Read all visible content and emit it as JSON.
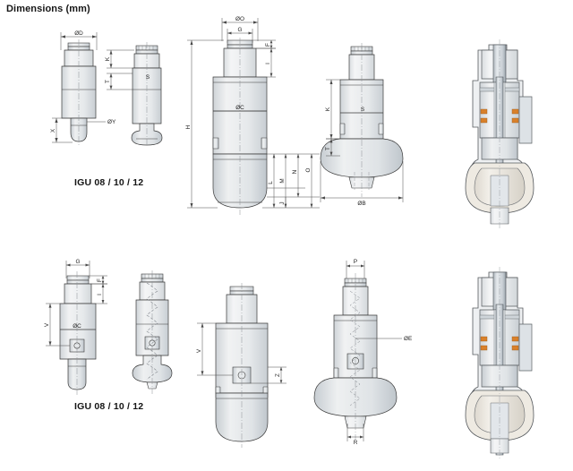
{
  "page": {
    "title": "Dimensions (mm)",
    "background_color": "#ffffff",
    "line_color": "#3a3a3a",
    "dimension_line_color": "#4a4a4a",
    "body_fill_light": "#f2f3f4",
    "body_fill_mid": "#e3e5e7",
    "body_fill_dark": "#cdd2d6",
    "accent_copper": "#d9802a",
    "seal_fill": "#e9e5dd"
  },
  "captions": {
    "top_group": "IGU 08 / 10 / 12",
    "bottom_group": "IGU 08 / 10 / 12"
  },
  "views": {
    "top_row": [
      {
        "name": "igu-front-small",
        "labels": [
          "ØD",
          "ØY",
          "X"
        ]
      },
      {
        "name": "igu-side-small",
        "labels": [
          "K",
          "T",
          "S"
        ]
      },
      {
        "name": "valve-body-elevation",
        "labels": [
          "ØO",
          "G",
          "F",
          "I",
          "H",
          "ØC",
          "L",
          "M",
          "N",
          "O",
          "J"
        ]
      },
      {
        "name": "valve-body-with-seat",
        "labels": [
          "K",
          "T",
          "S",
          "ØB"
        ]
      },
      {
        "name": "valve-section-top",
        "labels": []
      }
    ],
    "bottom_row": [
      {
        "name": "igu-front-small-2",
        "labels": [
          "G",
          "F",
          "I",
          "V",
          "ØC"
        ]
      },
      {
        "name": "igu-side-small-2",
        "labels": []
      },
      {
        "name": "valve-body-elevation-2",
        "labels": [
          "V",
          "Z"
        ]
      },
      {
        "name": "valve-body-with-seat-2",
        "labels": [
          "P",
          "ØE",
          "R"
        ]
      },
      {
        "name": "valve-section-bottom",
        "labels": []
      }
    ]
  },
  "dimension_labels": {
    "d_outer": "ØD",
    "y_outer": "ØY",
    "x": "X",
    "k": "K",
    "t": "T",
    "s": "S",
    "o_outer": "ØO",
    "g": "G",
    "f": "F",
    "i": "I",
    "h": "H",
    "c_outer": "ØC",
    "l": "L",
    "m": "M",
    "n": "N",
    "o": "O",
    "j": "J",
    "b_outer": "ØB",
    "v": "V",
    "z": "Z",
    "p": "P",
    "e_outer": "ØE",
    "r": "R"
  }
}
